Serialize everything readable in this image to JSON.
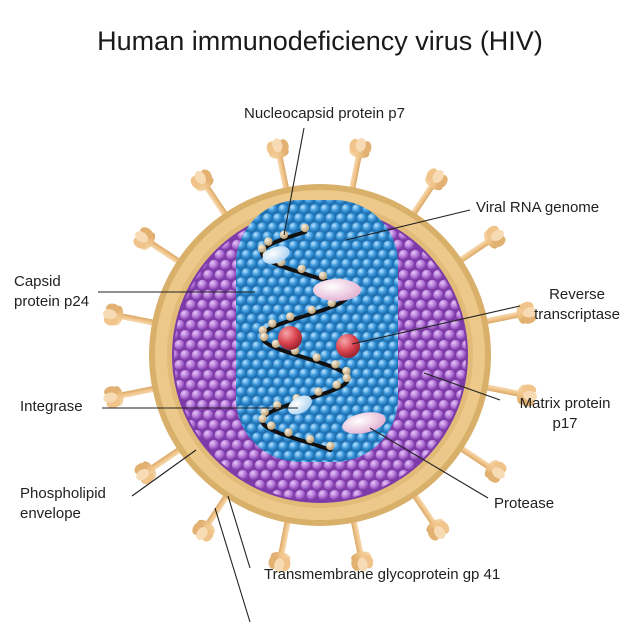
{
  "title": "Human immunodeficiency virus (HIV)",
  "labels": {
    "nucleocapsid": "Nucleocapsid protein p7",
    "viral_rna": "Viral RNA genome",
    "capsid_line1": "Capsid",
    "capsid_line2": "protein p24",
    "reverse_line1": "Reverse",
    "reverse_line2": "transcriptase",
    "integrase": "Integrase",
    "matrix_line1": "Matrix protein",
    "matrix_line2": "p17",
    "phospho_line1": "Phospholipid",
    "phospho_line2": "envelope",
    "protease": "Protease",
    "transmembrane": "Transmembrane glycoprotein gp 41"
  },
  "colors": {
    "envelope": "#e9c98a",
    "matrix": "#9b4fc0",
    "capsid": "#2f8fd3",
    "rna": "#1a1a1a",
    "nucleocapsid_bead": "#d9c7a6",
    "reverse_transcriptase": "#d9434e",
    "protease": "#e8c7d9",
    "integrase": "#cfe3f5",
    "spike": "#f2c895"
  }
}
